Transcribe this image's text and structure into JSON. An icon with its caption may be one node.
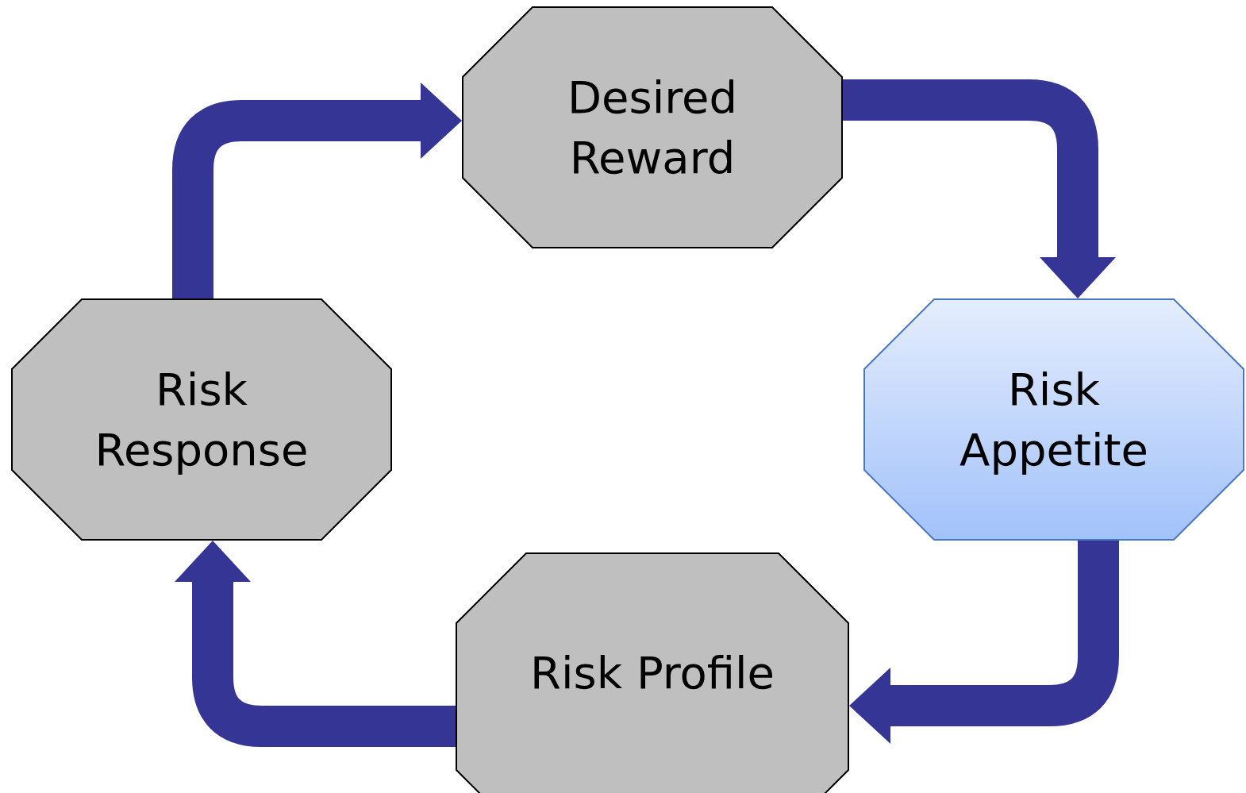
{
  "diagram": {
    "nodes": [
      {
        "text": [
          "Desired Reward"
        ]
      },
      {
        "text": [
          "Risk Appetite"
        ]
      },
      {
        "text": [
          "Risk Profile"
        ]
      },
      {
        "text": [
          "Risk Response"
        ]
      }
    ],
    "edges": [
      {
        "from": 3,
        "to": 0,
        "arrow": "to"
      },
      {
        "from": 0,
        "to": 1,
        "arrow": "to"
      },
      {
        "from": 1,
        "to": 2,
        "arrow": "to"
      },
      {
        "from": 2,
        "to": 3,
        "arrow": "to"
      }
    ]
  }
}
